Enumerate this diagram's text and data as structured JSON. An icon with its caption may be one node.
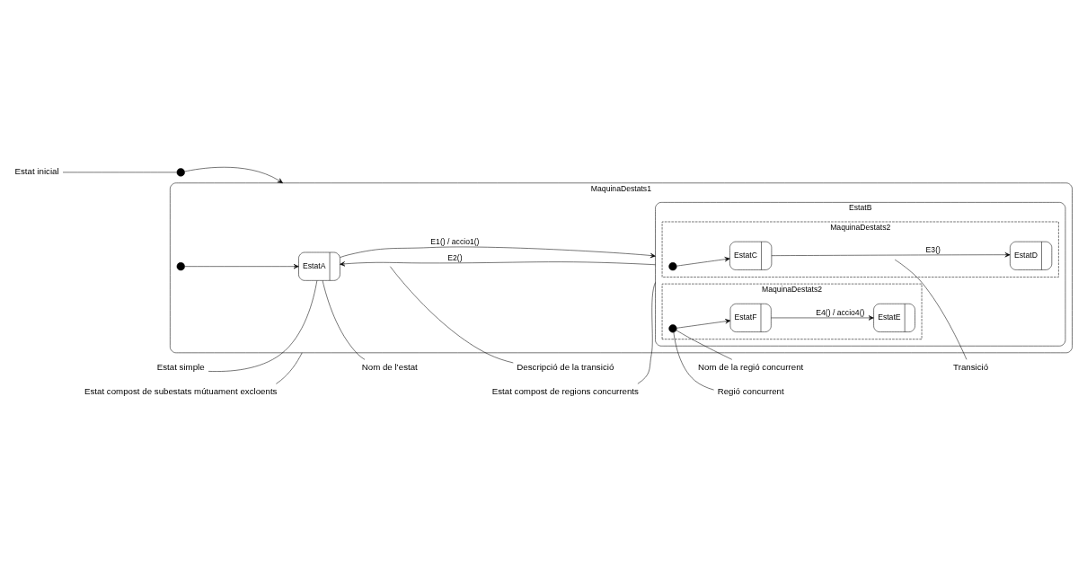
{
  "diagram": {
    "nodes": [
      {
        "text": [
          "Estat inicial"
        ]
      },
      {
        "text": [
          "Descripció de la transició"
        ]
      },
      {
        "text": [
          "Nom de l’estat"
        ]
      },
      {
        "text": [
          "MaquinaDestats1"
        ]
      },
      {
        "text": [],
        "shape": "circle"
      },
      {
        "text": [
          "Estat simple"
        ]
      },
      {
        "text": [
          "EstatA"
        ],
        "in": 3
      },
      {
        "text": [],
        "shape": "circle",
        "in": 3
      },
      {
        "text": [
          "EstatB"
        ],
        "in": 3
      },
      {
        "text": [
          "MaquinaDestats2"
        ],
        "in": 8
      },
      {
        "text": [],
        "shape": "circle",
        "in": 9
      },
      {
        "text": [
          "EstatC"
        ],
        "in": 9
      },
      {
        "text": [
          "EstatD"
        ],
        "in": 9
      },
      {
        "text": [
          "MaquinaDestats2"
        ],
        "in": 8
      },
      {
        "text": [],
        "shape": "circle",
        "in": 13
      },
      {
        "text": [
          "EstatE"
        ],
        "in": 13
      },
      {
        "text": [
          "EstatF"
        ],
        "in": 13
      },
      {
        "text": [
          "Transició"
        ]
      },
      {
        "text": [
          "Estat compost de subestats mútuament excloents"
        ]
      },
      {
        "text": [
          "Nom de la regió concurrent"
        ]
      },
      {
        "text": [
          "Estat compost de regions concurrents"
        ]
      },
      {
        "text": [
          "Regió concurrent"
        ]
      }
    ],
    "edges": [
      {
        "from": 0,
        "to": 4,
        "arrow": "none"
      },
      {
        "from": 1,
        "to": null,
        "arrow": "none"
      },
      {
        "from": 2,
        "to": 3,
        "arrow": "none"
      },
      {
        "from": 4,
        "to": 3,
        "arrow": "to"
      },
      {
        "from": 5,
        "to": 6,
        "arrow": "none"
      },
      {
        "from": 7,
        "to": 6,
        "arrow": "to"
      },
      {
        "from": 6,
        "to": 8,
        "arrow": "to",
        "label": "E1() / accio1()"
      },
      {
        "from": 8,
        "to": 6,
        "arrow": "to",
        "label": "E2()"
      },
      {
        "from": 10,
        "to": 11,
        "arrow": "to"
      },
      {
        "from": 11,
        "to": 12,
        "arrow": "to",
        "label": "E3()"
      },
      {
        "from": 17,
        "to": null,
        "arrow": "none"
      },
      {
        "from": 14,
        "to": 16,
        "arrow": "to"
      },
      {
        "from": 16,
        "to": 15,
        "arrow": "to",
        "label": "E4() / accio4()"
      },
      {
        "from": 18,
        "to": 3,
        "arrow": "none"
      },
      {
        "from": 19,
        "to": 13,
        "arrow": "none"
      },
      {
        "from": 20,
        "to": 8,
        "arrow": "none"
      },
      {
        "from": 21,
        "to": 13,
        "arrow": "none"
      }
    ]
  }
}
